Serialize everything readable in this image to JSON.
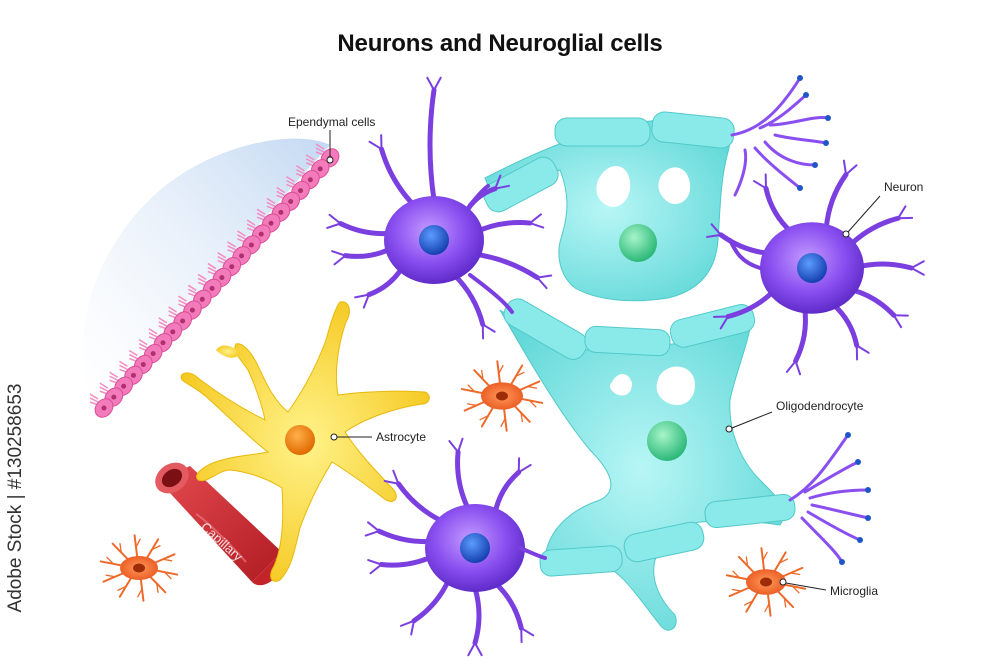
{
  "title": "Neurons and Neuroglial cells",
  "labels": {
    "ependymal": "Ependymal cells",
    "neuron": "Neuron",
    "oligodendrocyte": "Oligodendrocyte",
    "astrocyte": "Astrocyte",
    "capillary": "Capillary",
    "microglia": "Microglia"
  },
  "stock_id": "Adobe Stock | #130258653",
  "colors": {
    "neuron": "#7b3fe0",
    "neuron_nucleus": "#1e56c8",
    "oligodendrocyte": "#7fe6e6",
    "oligo_nucleus": "#3ecf8e",
    "astrocyte": "#f7d21e",
    "astro_nucleus": "#f08a10",
    "microglia": "#ee6a2a",
    "ependymal": "#f06bb0",
    "capillary": "#d8292f"
  }
}
